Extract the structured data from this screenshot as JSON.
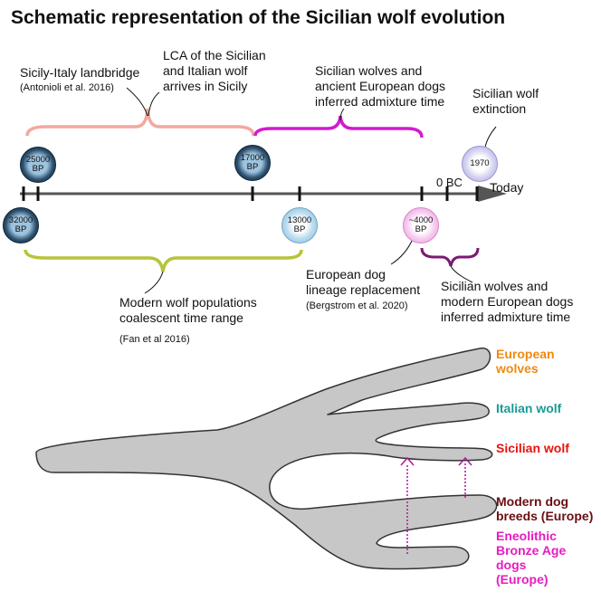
{
  "title": "Schematic representation of the Sicilian wolf evolution",
  "timeline": {
    "zero_label": "0 BC",
    "today_label": "Today"
  },
  "events_above": [
    {
      "id": "landbridge",
      "label": "Sicily-Italy landbridge",
      "ref": "(Antonioli et al. 2016)"
    },
    {
      "id": "lca",
      "label": "LCA of the Sicilian\nand Italian wolf\narrives in Sicily"
    },
    {
      "id": "admix_ancient",
      "label": "Sicilian wolves and\nancient European dogs\ninferred admixture time"
    },
    {
      "id": "extinction",
      "label": "Sicilian wolf\nextinction"
    }
  ],
  "events_below": [
    {
      "id": "replacement",
      "label": "European dog\nlineage replacement",
      "ref": "(Bergstrom et al. 2020)"
    },
    {
      "id": "admix_modern",
      "label": "Sicilian wolves and\nmodern European dogs\ninferred admixture time"
    },
    {
      "id": "coalescent",
      "label": "Modern wolf populations\ncoalescent time range",
      "ref": "(Fan et al 2016)"
    }
  ],
  "circles": {
    "c25000": {
      "label": "25000\nBP"
    },
    "c17000": {
      "label": "17000\nBP"
    },
    "c32000": {
      "label": "32000\nBP"
    },
    "c13000": {
      "label": "13000\nBP"
    },
    "c4000": {
      "label": "~4000\nBP"
    },
    "c1970": {
      "label": "1970"
    }
  },
  "tree": {
    "branches": [
      {
        "id": "european-wolves",
        "label": "European\nwolves",
        "color": "#f08a12"
      },
      {
        "id": "italian-wolf",
        "label": "Italian wolf",
        "color": "#1a9a96"
      },
      {
        "id": "sicilian-wolf",
        "label": "Sicilian wolf",
        "color": "#e8140d"
      },
      {
        "id": "modern-dogs",
        "label": "Modern dog\nbreeds (Europe)",
        "color": "#6b0d12"
      },
      {
        "id": "eneolithic-dogs",
        "label": "Eneolithic\nBronze Age\ndogs\n(Europe)",
        "color": "#e61cc0"
      }
    ],
    "fill_color": "#c7c7c7"
  },
  "colors": {
    "landbridge_brace": "#f4a7a0",
    "ancient_admix_brace": "#d31ad0",
    "coalescent_brace": "#b6c43a",
    "modern_admix_brace": "#7d1a74",
    "gene_flow_arrow": "#b0149a"
  }
}
